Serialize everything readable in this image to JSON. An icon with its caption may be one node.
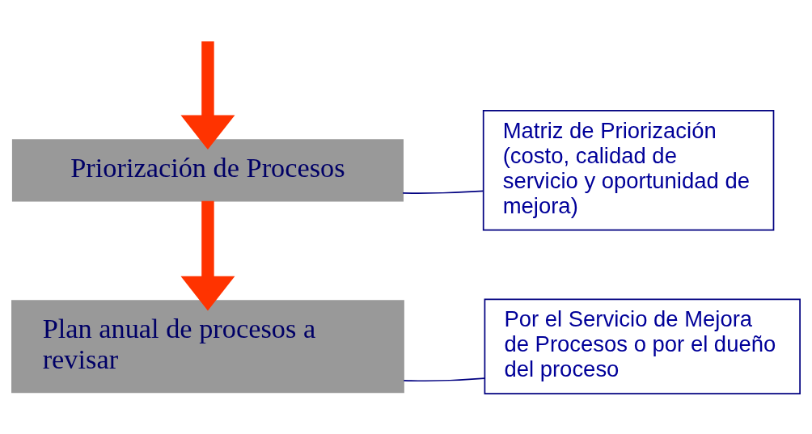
{
  "diagram": {
    "nodes": [
      {
        "text": [
          "Priorización de Procesos"
        ]
      },
      {
        "text": [
          "Matriz de Priorización (costo, calidad de servicio y oportunidad de mejora)"
        ]
      },
      {
        "text": [
          "Plan anual de procesos a revisar"
        ]
      },
      {
        "text": [
          "Por el Servicio de Mejora de Procesos o por el dueño del proceso"
        ]
      }
    ],
    "edges": [
      {
        "from": null,
        "to": 0,
        "arrow": "to",
        "style": "thick",
        "color": "#ff3300"
      },
      {
        "from": 0,
        "to": 2,
        "arrow": "to",
        "style": "thick",
        "color": "#ff3300"
      },
      {
        "from": 1,
        "to": 0,
        "arrow": "none",
        "color": "#000080"
      },
      {
        "from": 3,
        "to": 2,
        "arrow": "none",
        "color": "#000080"
      }
    ]
  }
}
